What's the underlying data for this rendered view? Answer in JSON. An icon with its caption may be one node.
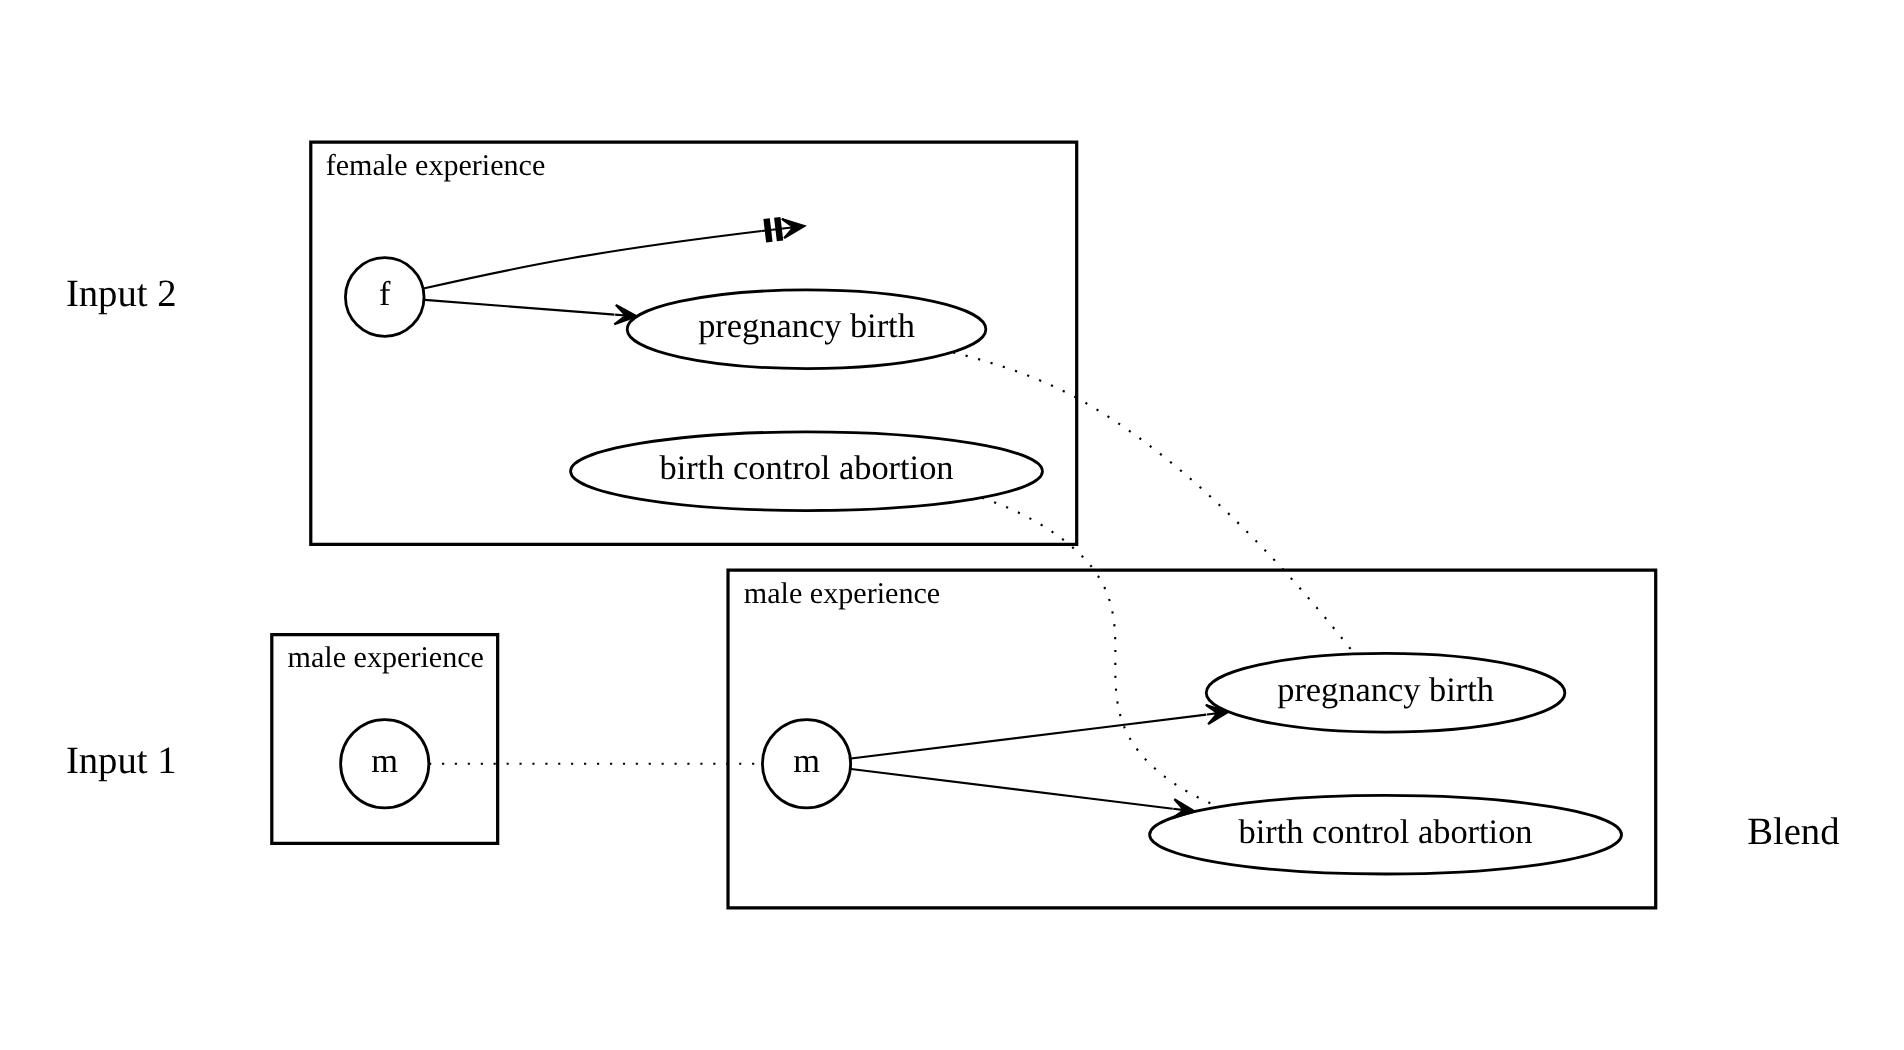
{
  "diagram": {
    "nodes": [
      {
        "text": [
          "male experience"
        ],
        "beside": [
          "Input 1"
        ]
      },
      {
        "text": [
          "m"
        ],
        "in": 0
      },
      {
        "text": [
          "female experience"
        ],
        "beside": [
          "Input 2"
        ]
      },
      {
        "text": [
          "f"
        ],
        "in": 2
      },
      {
        "text": [
          "pregnancy birth"
        ],
        "in": 2
      },
      {
        "text": [
          "birth control abortion"
        ],
        "in": 2
      },
      {
        "text": [
          "male experience"
        ],
        "beside": [
          "Blend"
        ]
      },
      {
        "text": [
          "m"
        ],
        "in": 6
      },
      {
        "text": [
          "pregnancy birth"
        ],
        "in": 6
      },
      {
        "text": [
          "birth control abortion"
        ],
        "in": 6
      }
    ],
    "edges": [
      {
        "from": 3,
        "to": 4,
        "arrow": "to"
      },
      {
        "from": 3,
        "to": null,
        "arrow": "to"
      },
      {
        "from": 1,
        "to": 7,
        "arrow": "none",
        "style": "dashed"
      },
      {
        "from": 4,
        "to": 8,
        "arrow": "none",
        "style": "dashed"
      },
      {
        "from": 5,
        "to": 9,
        "arrow": "none",
        "style": "dashed"
      },
      {
        "from": 7,
        "to": 8,
        "arrow": "to"
      },
      {
        "from": 7,
        "to": 9,
        "arrow": "to"
      }
    ]
  }
}
